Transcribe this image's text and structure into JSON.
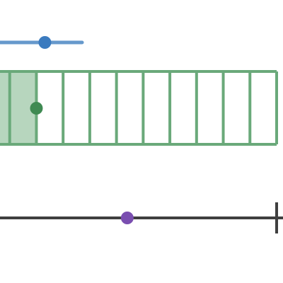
{
  "colors": {
    "background": "#ffffff",
    "blue_line": "#6699cc",
    "blue_point": "#3b7bbf",
    "green_grid": "#6aa97a",
    "green_fill": "#b7d6be",
    "green_point": "#3f8a52",
    "number_line": "#3f3f3f",
    "purple_point": "#7a4eb0"
  },
  "slider": {
    "value": 0.64,
    "icon": "slider-handle"
  },
  "fraction_bar": {
    "total_parts": 11,
    "shaded_parts": 2,
    "point_value": 2
  },
  "number_line": {
    "point_fraction": 0.46,
    "end_tick": true
  }
}
